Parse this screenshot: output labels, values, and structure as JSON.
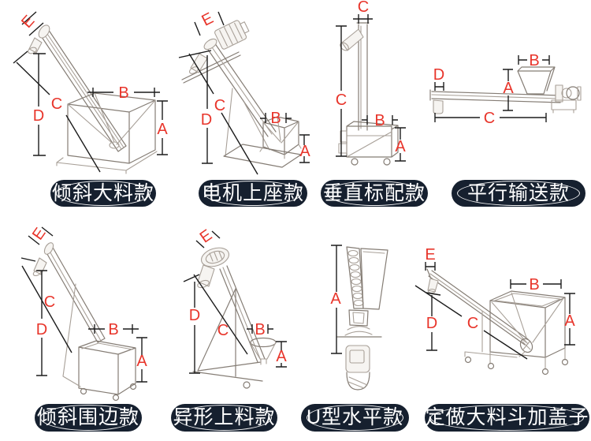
{
  "colors": {
    "background": "#ffffff",
    "dimension_letter": "#e8352b",
    "dimension_line": "#1c1c1c",
    "sketch_stroke": "#a8a098",
    "label_bg": "#16202f",
    "label_ellipse": "#ffffff",
    "label_text": "#ffffff"
  },
  "panels": [
    {
      "label": "倾斜大料款",
      "dims": {
        "A": "A",
        "B": "B",
        "C": "C",
        "D": "D",
        "E": "E"
      }
    },
    {
      "label": "电机上座款",
      "dims": {
        "A": "A",
        "B": "B",
        "C": "C",
        "D": "D",
        "E": "E"
      }
    },
    {
      "label": "垂直标配款",
      "dims": {
        "A": "A",
        "B": "B",
        "C": "C"
      }
    },
    {
      "label": "平行输送款",
      "dims": {
        "A": "A",
        "B": "B",
        "C": "C",
        "D": "D"
      }
    },
    {
      "label": "倾斜围边款",
      "dims": {
        "A": "A",
        "B": "B",
        "C": "C",
        "D": "D",
        "E": "E"
      }
    },
    {
      "label": "异形上料款",
      "dims": {
        "A": "A",
        "B": "B",
        "C": "C",
        "D": "D",
        "E": "E"
      }
    },
    {
      "label": "U型水平款",
      "dims": {
        "A": "A"
      }
    },
    {
      "label": "定做大料斗加盖子",
      "dims": {
        "A": "A",
        "B": "B",
        "C": "C",
        "D": "D",
        "E": "E"
      }
    }
  ]
}
